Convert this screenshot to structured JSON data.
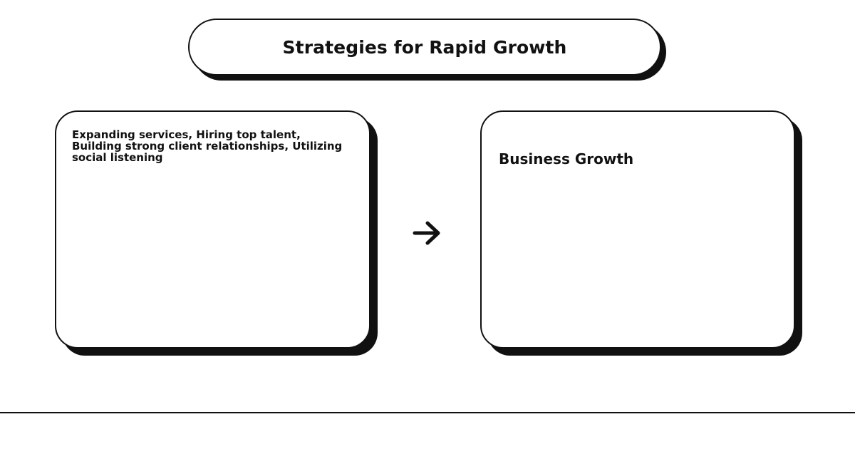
{
  "title": "Strategies for Rapid Growth",
  "input_box": {
    "text": "Expanding services, Hiring top talent, Building strong client relationships, Utilizing social listening"
  },
  "output_box": {
    "text": "Business Growth"
  },
  "icons": {
    "connector": "arrow-right-icon"
  },
  "colors": {
    "stroke": "#111111",
    "shadow": "#111111",
    "background": "#ffffff"
  }
}
